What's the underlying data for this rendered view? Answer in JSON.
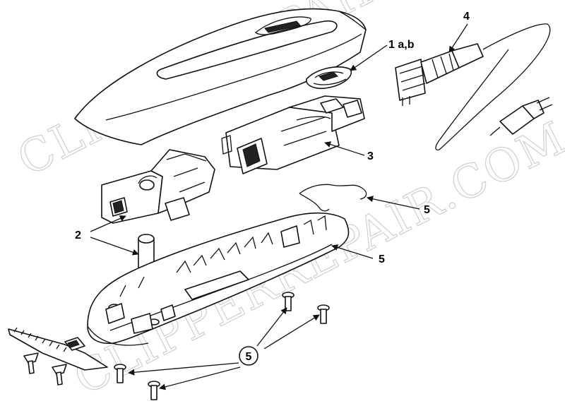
{
  "watermark": {
    "line_upper": "CLIPPERREPAIR.COM",
    "line_lower": "CLIPPERREPAIR.COM"
  },
  "callouts": {
    "cover_switch": "1 a,b",
    "cord": "4",
    "motor": "3",
    "spring": "5",
    "housing": "5",
    "pivot_block": "2",
    "screws": "5"
  },
  "colors": {
    "line": "#111111",
    "background": "#ffffff",
    "watermark": "#cfcfcf"
  }
}
